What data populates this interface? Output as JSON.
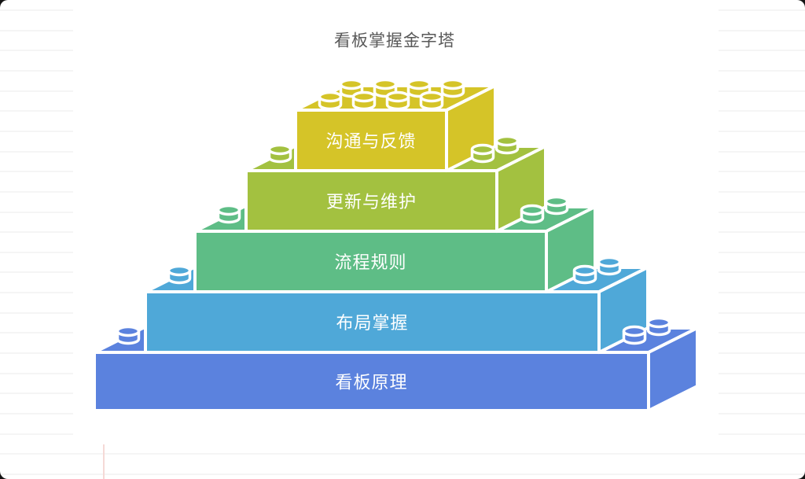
{
  "title": {
    "text": "看板掌握金字塔",
    "color": "#595959"
  },
  "pyramid": {
    "label_color": "#ffffff",
    "outline_color": "#ffffff",
    "levels": [
      {
        "label": "沟通与反馈",
        "color": "#d5c428"
      },
      {
        "label": "更新与维护",
        "color": "#a3c140"
      },
      {
        "label": "流程规则",
        "color": "#5ebd86"
      },
      {
        "label": "布局掌握",
        "color": "#4fa8d8"
      },
      {
        "label": "看板原理",
        "color": "#5b82de"
      }
    ]
  },
  "background": {
    "page_color": "#ffffff",
    "ruled_line_color": "#f5f5f5",
    "margin_line_color": "#f5d9d6",
    "corner_color": "#141414"
  }
}
